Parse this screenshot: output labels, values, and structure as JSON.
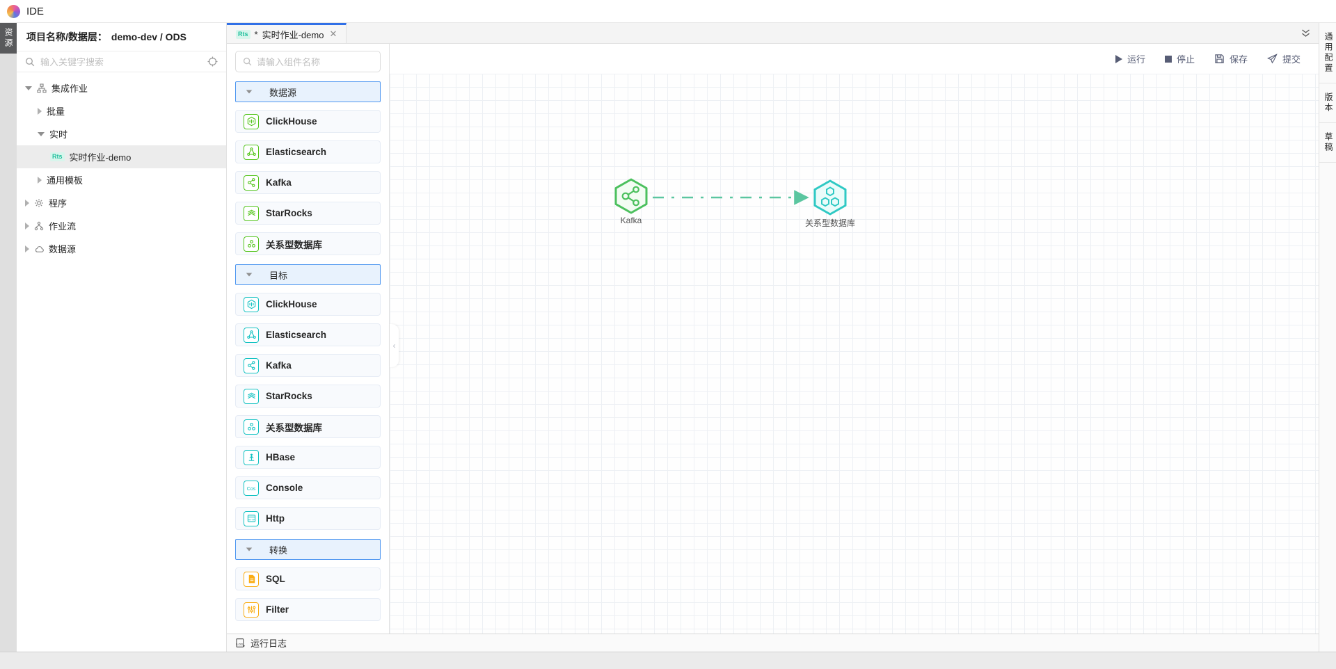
{
  "header": {
    "app_title": "IDE"
  },
  "left_strip": {
    "resource_tab": "资源"
  },
  "project_panel": {
    "title_label": "项目名称/数据层：",
    "title_value": "demo-dev / ODS",
    "search_placeholder": "输入关键字搜索",
    "tree": [
      {
        "label": "集成作业"
      },
      {
        "label": "批量"
      },
      {
        "label": "实时"
      },
      {
        "label": "实时作业-demo",
        "badge": "Rts"
      },
      {
        "label": "通用模板"
      },
      {
        "label": "程序"
      },
      {
        "label": "作业流"
      },
      {
        "label": "数据源"
      }
    ]
  },
  "tab_bar": {
    "active_tab": {
      "badge": "Rts",
      "dirty_marker": "*",
      "label": "实时作业-demo"
    }
  },
  "component_panel": {
    "search_placeholder": "请输入组件名称",
    "sections": [
      {
        "title": "数据源",
        "accent": "#52c41a",
        "items": [
          {
            "label": "ClickHouse"
          },
          {
            "label": "Elasticsearch"
          },
          {
            "label": "Kafka"
          },
          {
            "label": "StarRocks"
          },
          {
            "label": "关系型数据库"
          }
        ]
      },
      {
        "title": "目标",
        "accent": "#13c2c2",
        "items": [
          {
            "label": "ClickHouse"
          },
          {
            "label": "Elasticsearch"
          },
          {
            "label": "Kafka"
          },
          {
            "label": "StarRocks"
          },
          {
            "label": "关系型数据库"
          },
          {
            "label": "HBase"
          },
          {
            "label": "Console"
          },
          {
            "label": "Http"
          }
        ]
      },
      {
        "title": "转换",
        "accent": "#faad14",
        "items": [
          {
            "label": "SQL"
          },
          {
            "label": "Filter"
          }
        ]
      }
    ]
  },
  "toolbar": {
    "run": "运行",
    "stop": "停止",
    "save": "保存",
    "submit": "提交"
  },
  "canvas": {
    "nodes": [
      {
        "label": "Kafka",
        "color": "#4cc05e",
        "fill": "#f3fcf3"
      },
      {
        "label": "关系型数据库",
        "color": "#2fc9c4",
        "fill": "#eafcfa"
      }
    ],
    "edge_color": "#5bc6a0"
  },
  "right_tabs": {
    "items": [
      {
        "label": "通用配置"
      },
      {
        "label": "版本"
      },
      {
        "label": "草稿"
      }
    ]
  },
  "bottom_bar": {
    "log_label": "运行日志"
  }
}
